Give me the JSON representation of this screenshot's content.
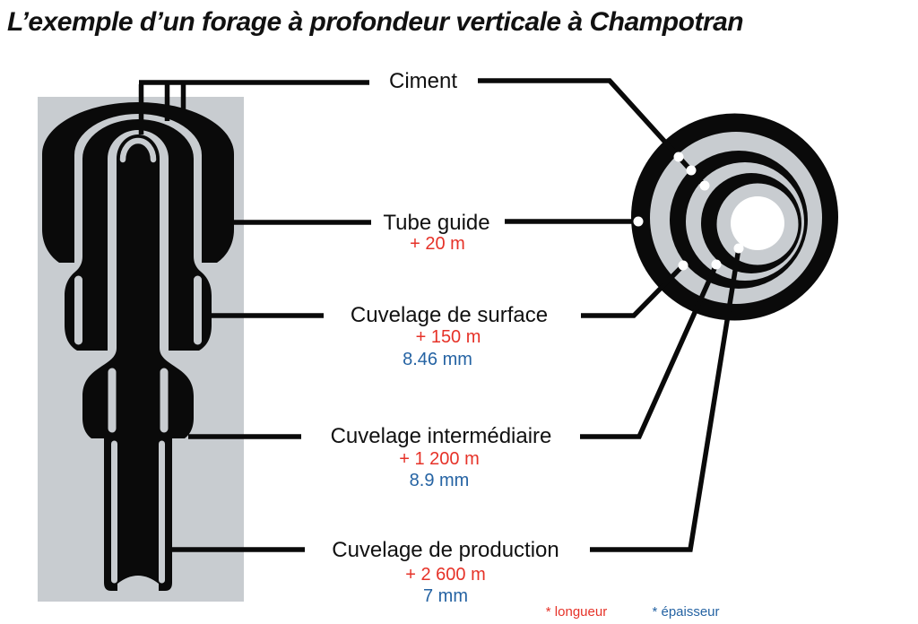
{
  "title": "L’exemple d’un forage à profondeur verticale à Champotran",
  "colors": {
    "ink": "#0a0a0a",
    "cement_gray": "#c8ccd0",
    "length_red": "#e63228",
    "thickness_blue": "#2563a3"
  },
  "callouts": {
    "ciment": {
      "label": "Ciment"
    },
    "tube_guide": {
      "label": "Tube guide",
      "length": "+ 20 m"
    },
    "cuvelage_surface": {
      "label": "Cuvelage de surface",
      "length": "+ 150 m",
      "thickness": "8.46 mm"
    },
    "cuvelage_intermediaire": {
      "label": "Cuvelage intermédiaire",
      "length": "+ 1 200 m",
      "thickness": "8.9 mm"
    },
    "cuvelage_production": {
      "label": "Cuvelage de production",
      "length": "+ 2 600 m",
      "thickness": "7 mm"
    }
  },
  "legend": {
    "longueur": "* longueur",
    "epaisseur": "* épaisseur"
  }
}
